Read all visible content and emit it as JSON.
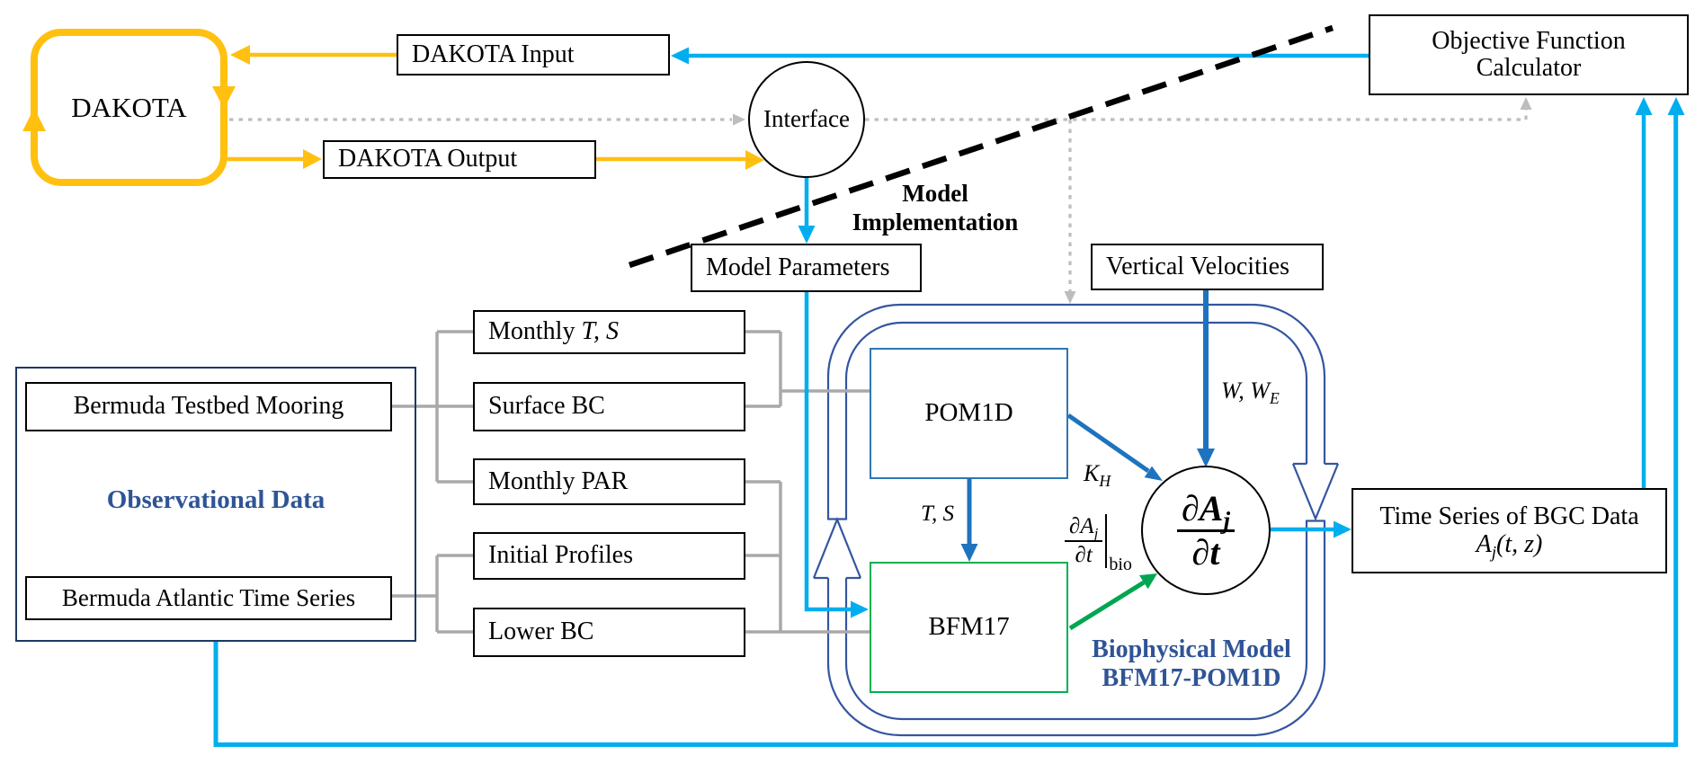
{
  "title": "DAKOTA / BFM17-POM1D optimization workflow diagram",
  "colors": {
    "accent_yellow": "#FFC010",
    "accent_cyan": "#00AEEF",
    "arrow_blue": "#1E73BE",
    "arrow_green": "#00A651",
    "ring_navy": "#3456A0",
    "box_blue": "#2E75B6",
    "box_green": "#00B050",
    "obs_border_navy": "#1F3864",
    "text_navy": "#2F5496",
    "gray_line": "#A9A9A9",
    "gray_dotted": "#BDBDBD"
  },
  "nodes": {
    "dakota": {
      "label": "DAKOTA"
    },
    "dakota_input": {
      "label": "DAKOTA Input"
    },
    "dakota_output": {
      "label": "DAKOTA Output"
    },
    "interface": {
      "label": "Interface"
    },
    "objective_function": {
      "line1": "Objective Function",
      "line2": "Calculator"
    },
    "model_parameters": {
      "label": "Model Parameters"
    },
    "vertical_velocities": {
      "label": "Vertical Velocities"
    },
    "observational_data": {
      "title": "Observational Data",
      "box1": "Bermuda Testbed Mooring",
      "box2": "Bermuda Atlantic Time Series"
    },
    "monthly_ts": {
      "prefix": "Monthly ",
      "math": "T, S"
    },
    "surface_bc": {
      "label": "Surface BC"
    },
    "monthly_par": {
      "label": "Monthly PAR"
    },
    "initial_profiles": {
      "label": "Initial Profiles"
    },
    "lower_bc": {
      "label": "Lower BC"
    },
    "pom1d": {
      "label": "POM1D"
    },
    "bfm17": {
      "label": "BFM17"
    },
    "dadt_circle": {
      "num": "∂A",
      "num_sub": "j",
      "den": "∂t"
    },
    "time_series_bgc": {
      "line1": "Time Series of BGC Data",
      "math": "A",
      "math_sub": "j",
      "math_rest": "(t, z)"
    }
  },
  "labels": {
    "model_implementation": {
      "line1": "Model",
      "line2": "Implementation"
    },
    "biophysical_model": {
      "line1": "Biophysical Model",
      "line2": "BFM17-POM1D"
    },
    "w_we": {
      "main": "W, W",
      "sub": "E"
    },
    "kh": {
      "main": "K",
      "sub": "H"
    },
    "ts": {
      "text": "T, S"
    },
    "dadt_bio": {
      "num": "∂A",
      "num_sub": "j",
      "den": "∂t",
      "sub": "bio"
    }
  }
}
